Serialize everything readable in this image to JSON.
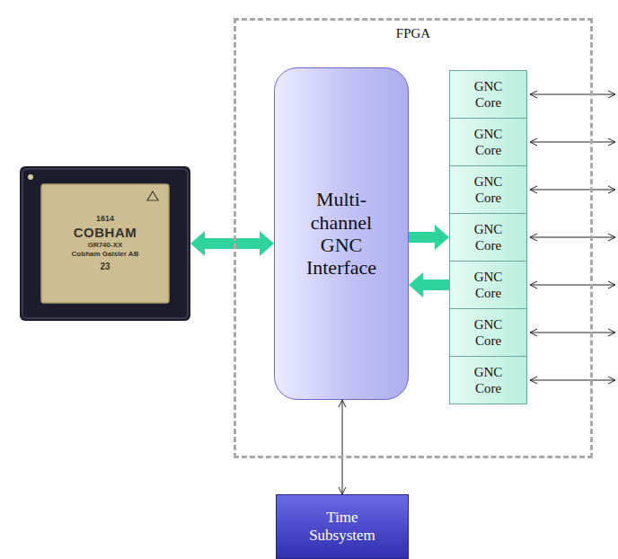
{
  "diagram": {
    "nodes": [
      {
        "text": [
          "FPGA"
        ]
      },
      {
        "text": [
          "Multi-channel GNC Interface"
        ],
        "in": 0
      },
      {
        "text": [
          "GNC Core"
        ],
        "in": 0
      },
      {
        "text": [
          "GNC Core"
        ],
        "in": 0
      },
      {
        "text": [
          "GNC Core"
        ],
        "in": 0
      },
      {
        "text": [
          "GNC Core"
        ],
        "in": 0
      },
      {
        "text": [
          "GNC Core"
        ],
        "in": 0
      },
      {
        "text": [
          "GNC Core"
        ],
        "in": 0
      },
      {
        "text": [
          "GNC Core"
        ],
        "in": 0
      },
      {
        "text": [
          "1614",
          "COBHAM",
          "GR740-XX",
          "Cobham Gaisler AB",
          "23"
        ]
      },
      {
        "text": [
          "Time Subsystem"
        ]
      }
    ],
    "edges": [
      {
        "from": 9,
        "to": 1,
        "arrow": "both"
      },
      {
        "from": 1,
        "to": 5,
        "arrow": "to"
      },
      {
        "from": 6,
        "to": 1,
        "arrow": "to"
      },
      {
        "from": 1,
        "to": 10,
        "arrow": "both"
      }
    ]
  }
}
